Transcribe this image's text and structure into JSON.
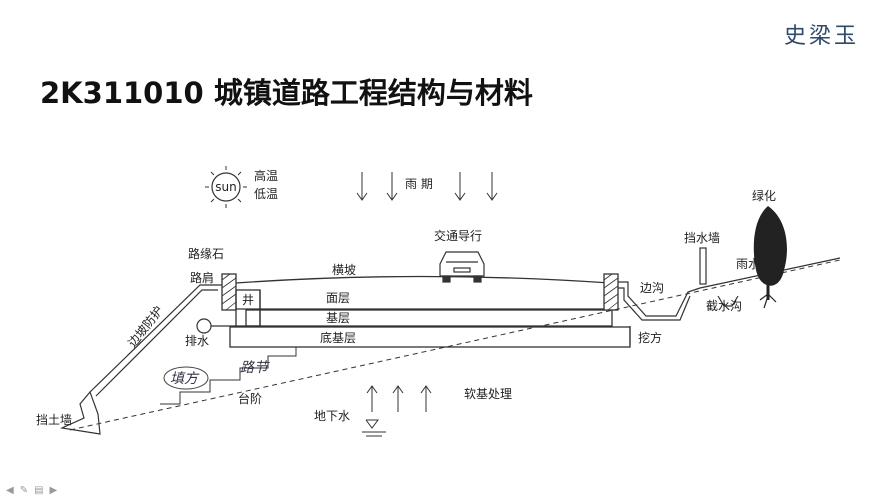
{
  "header": {
    "brand": "史梁玉",
    "title": "2K311010 城镇道路工程结构与材料"
  },
  "diagram": {
    "sun_text": "sun",
    "high_temp": "高温",
    "low_temp": "低温",
    "rain_period": "雨 期",
    "traffic": "交通导行",
    "curb_stone": "路缘石",
    "shoulder": "路肩",
    "cross_slope": "横坡",
    "manhole": "井",
    "surface_layer": "面层",
    "base_layer": "基层",
    "subbase_layer": "底基层",
    "drainage": "排水",
    "slope_protection": "边坡防护",
    "retaining_wall": "挡土墙",
    "fill": "填方",
    "handwritten": "路节",
    "steps": "台阶",
    "groundwater": "地下水",
    "soft_foundation": "软基处理",
    "side_ditch": "边沟",
    "excavation": "挖方",
    "water_wall": "挡水墙",
    "rain": "雨水",
    "intercept_ditch": "截水沟",
    "greening": "绿化"
  },
  "colors": {
    "brand": "#2e4a6b",
    "line": "#333333"
  },
  "icons": {
    "sun": "sun-icon",
    "car": "car-icon",
    "tree": "tree-icon"
  }
}
